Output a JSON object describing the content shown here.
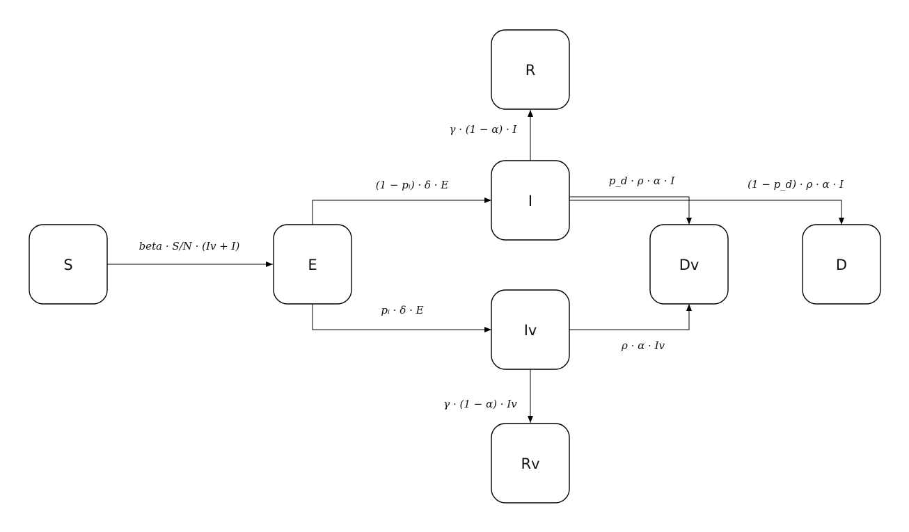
{
  "diagram": {
    "colors": {
      "stroke": "#000000",
      "background": "#ffffff",
      "text": "#111111"
    },
    "nodes": {
      "S": {
        "label": "S"
      },
      "E": {
        "label": "E"
      },
      "I": {
        "label": "I"
      },
      "Iv": {
        "label": "Iv"
      },
      "R": {
        "label": "R"
      },
      "Rv": {
        "label": "Rv"
      },
      "Dv": {
        "label": "Dv"
      },
      "D": {
        "label": "D"
      }
    },
    "edges": {
      "s_e": {
        "from": "S",
        "to": "E",
        "label": "beta · S/N · (Iv + I)"
      },
      "e_i": {
        "from": "E",
        "to": "I",
        "label": "(1 − pᵢ) · δ · E"
      },
      "e_iv": {
        "from": "E",
        "to": "Iv",
        "label": "pᵢ · δ · E"
      },
      "i_r": {
        "from": "I",
        "to": "R",
        "label": "γ · (1 − α) · I"
      },
      "i_dv": {
        "from": "I",
        "to": "Dv",
        "label": "p_d · ρ · α · I"
      },
      "i_d": {
        "from": "I",
        "to": "D",
        "label": "(1 − p_d) · ρ · α · I"
      },
      "iv_dv": {
        "from": "Iv",
        "to": "Dv",
        "label": "ρ · α · Iv"
      },
      "iv_rv": {
        "from": "Iv",
        "to": "Rv",
        "label": "γ · (1 − α) · Iv"
      }
    }
  }
}
